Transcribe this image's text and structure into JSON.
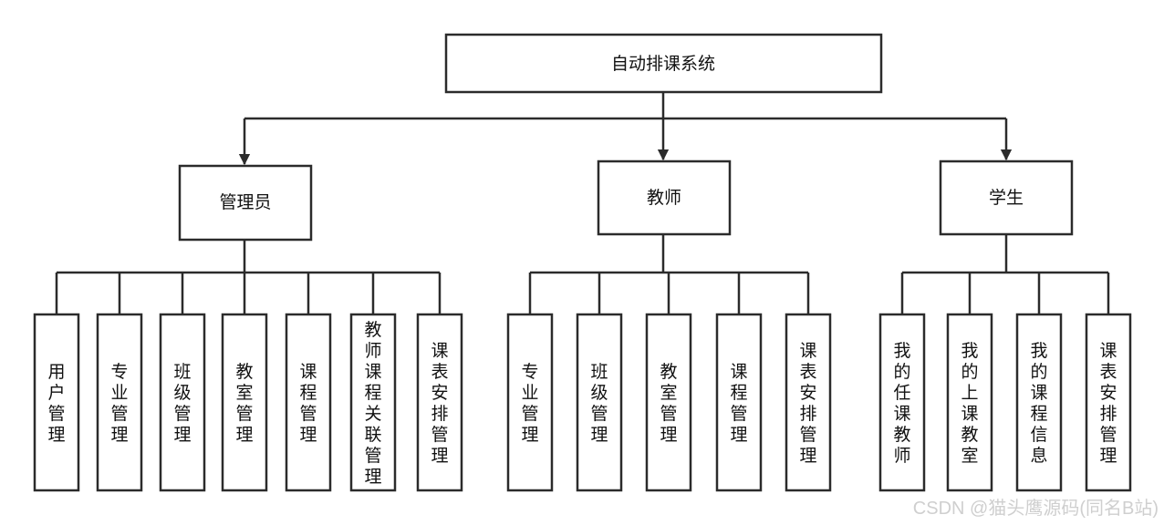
{
  "root": {
    "label": "自动排课系统"
  },
  "roles": [
    {
      "id": "admin",
      "label": "管理员",
      "modules": [
        "用户管理",
        "专业管理",
        "班级管理",
        "教室管理",
        "课程管理",
        "教师课程关联管理",
        "课表安排管理"
      ]
    },
    {
      "id": "teacher",
      "label": "教师",
      "modules": [
        "专业管理",
        "班级管理",
        "教室管理",
        "课程管理",
        "课表安排管理"
      ]
    },
    {
      "id": "student",
      "label": "学生",
      "modules": [
        "我的任课教师",
        "我的上课教室",
        "我的课程信息",
        "课表安排管理"
      ]
    }
  ],
  "watermark": "CSDN @猫头鹰源码(同名B站)"
}
